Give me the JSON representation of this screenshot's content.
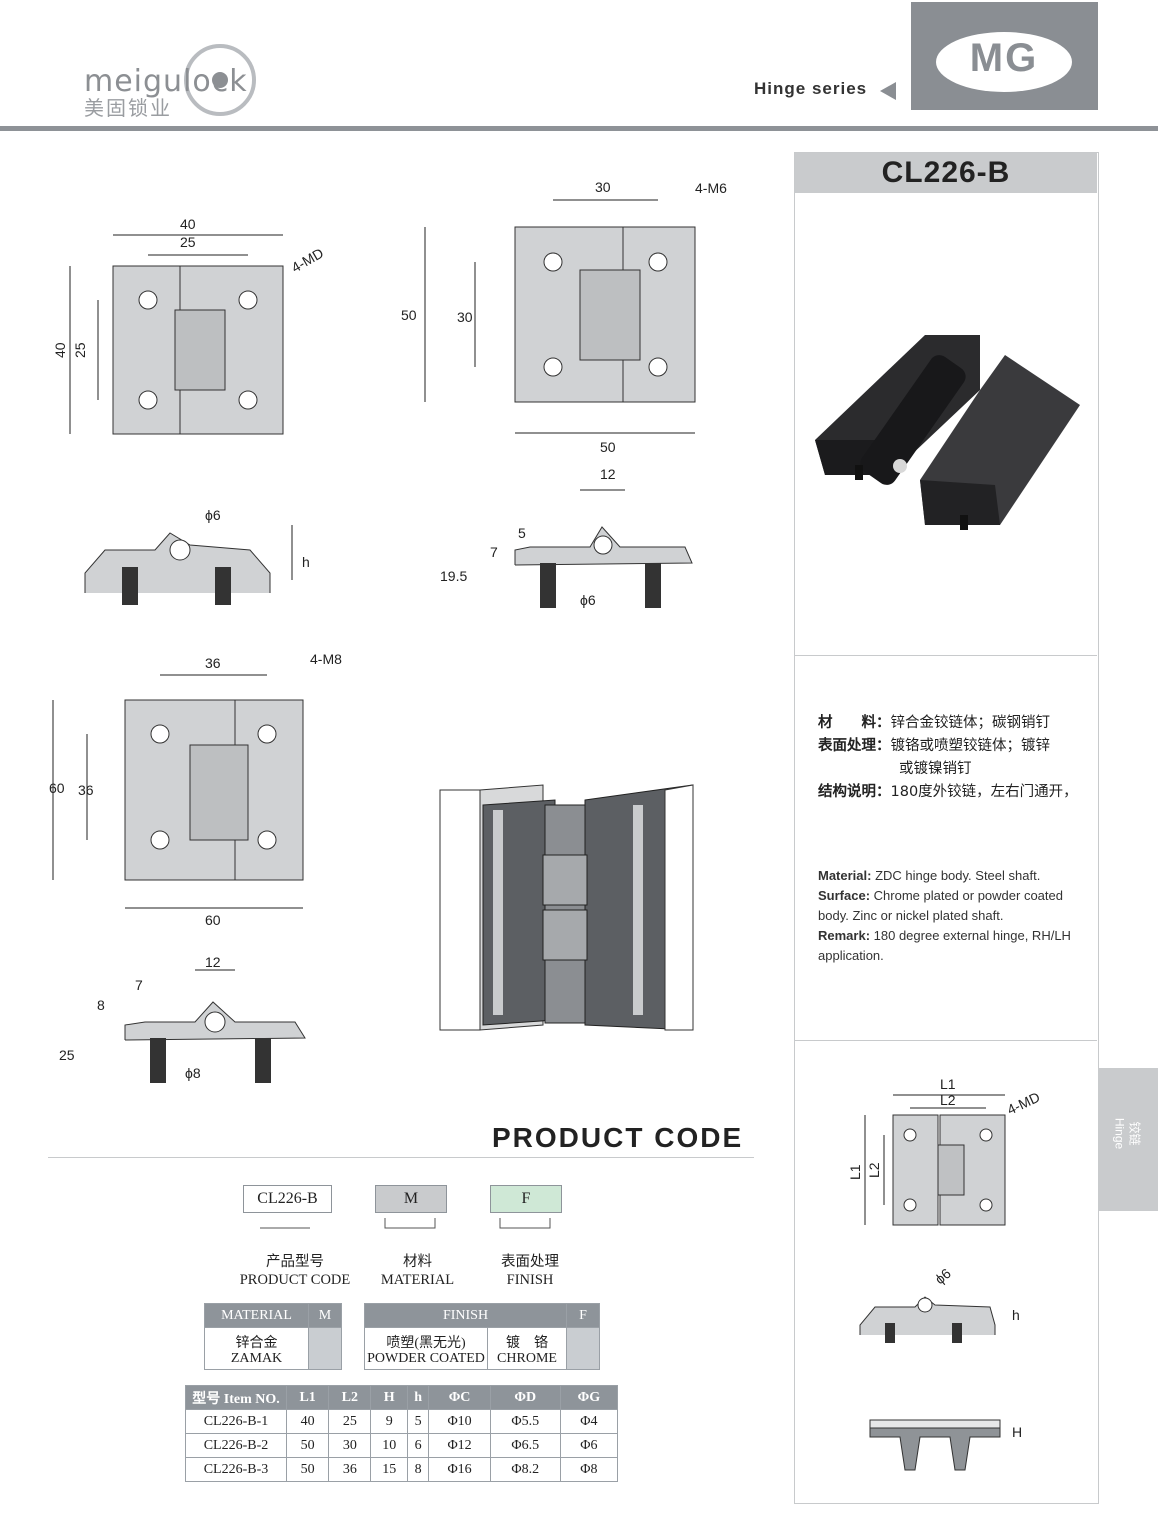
{
  "brand": {
    "logo_en": "meigulock",
    "logo_cn": "美固锁业",
    "mark": "MG"
  },
  "header": {
    "series": "Hinge series"
  },
  "model": "CL226-B",
  "specs_cn": [
    {
      "label": "材　　料：",
      "value": "锌合金铰链体；碳钢销钉"
    },
    {
      "label": "表面处理：",
      "value": "镀铬或喷塑铰链体；镀锌"
    },
    {
      "label": "",
      "value": "或镀镍销钉"
    },
    {
      "label": "结构说明：",
      "value": "180度外铰链，左右门通开，"
    }
  ],
  "specs_en": [
    {
      "label": "Material:",
      "value": " ZDC hinge body. Steel shaft."
    },
    {
      "label": "Surface:",
      "value": " Chrome plated or powder coated body. Zinc or nickel plated shaft."
    },
    {
      "label": "Remark:",
      "value": " 180 degree external hinge, RH/LH application."
    }
  ],
  "side_tab": "铰链 Hinge",
  "product_code": {
    "title": "PRODUCT CODE",
    "codes": [
      {
        "code": "CL226-B",
        "cn": "产品型号",
        "en": "PRODUCT CODE",
        "color": "#ffffff"
      },
      {
        "code": "M",
        "cn": "材料",
        "en": "MATERIAL",
        "color": "#c9cbcd"
      },
      {
        "code": "F",
        "cn": "表面处理",
        "en": "FINISH",
        "color": "#cfe8d6"
      }
    ]
  },
  "material_table": {
    "header": "MATERIAL",
    "code": "M",
    "cn": "锌合金",
    "en": "ZAMAK"
  },
  "finish_table": {
    "header": "FINISH",
    "code": "F",
    "options": [
      {
        "cn": "喷塑(黑无光)",
        "en": "POWDER COATED"
      },
      {
        "cn": "镀　铬",
        "en": "CHROME"
      }
    ]
  },
  "item_table": {
    "columns": [
      "型号 Item NO.",
      "L1",
      "L2",
      "H",
      "h",
      "ΦC",
      "ΦD",
      "ΦG"
    ],
    "rows": [
      [
        "CL226-B-1",
        "40",
        "25",
        "9",
        "5",
        "Φ10",
        "Φ5.5",
        "Φ4"
      ],
      [
        "CL226-B-2",
        "50",
        "30",
        "10",
        "6",
        "Φ12",
        "Φ6.5",
        "Φ6"
      ],
      [
        "CL226-B-3",
        "50",
        "36",
        "15",
        "8",
        "Φ16",
        "Φ8.2",
        "Φ8"
      ]
    ]
  },
  "drawing_labels": {
    "d1": {
      "w1": "40",
      "w2": "25",
      "h1": "40",
      "h2": "25",
      "holes": "4-MD"
    },
    "d1_side": {
      "pin": "ϕ6",
      "h": "h"
    },
    "d2": {
      "w": "30",
      "holes": "4-M6",
      "h1": "50",
      "h2": "30",
      "bottom": "50"
    },
    "d2_side": {
      "w": "12",
      "a": "5",
      "b": "7",
      "c": "19.5",
      "pin": "ϕ6"
    },
    "d3": {
      "w": "36",
      "holes": "4-M8",
      "h1": "60",
      "h2": "36",
      "bottom": "60"
    },
    "d3_side": {
      "w": "12",
      "a": "7",
      "b": "8",
      "c": "25",
      "pin": "ϕ8"
    },
    "d4": {
      "l1": "L1",
      "l2": "L2",
      "holes": "4-MD",
      "pin": "ϕ6",
      "h": "h",
      "H": "H"
    }
  }
}
